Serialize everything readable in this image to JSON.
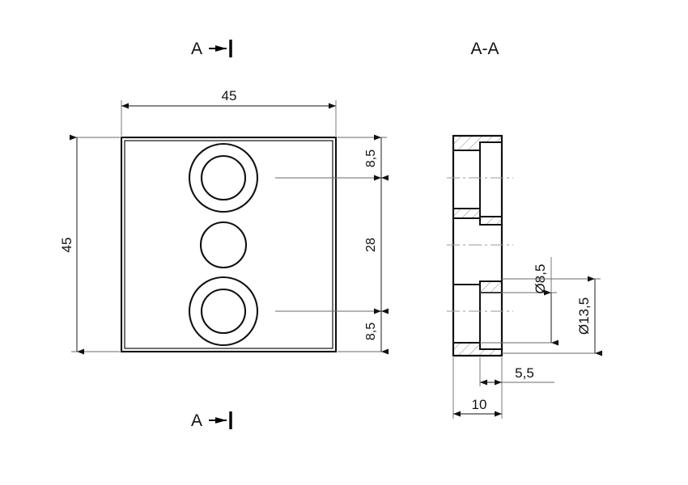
{
  "drawing": {
    "type": "engineering-drawing",
    "units": "mm",
    "decimal_separator": ",",
    "views": [
      {
        "id": "front",
        "name": "front-view",
        "label": ""
      },
      {
        "id": "section",
        "name": "section-view",
        "label": "A-A"
      }
    ],
    "section_markers": [
      {
        "name": "section-marker-top",
        "letter": "A",
        "position": "top",
        "arrow": "right"
      },
      {
        "name": "section-marker-bottom",
        "letter": "A",
        "position": "bottom",
        "arrow": "right"
      }
    ],
    "section_title": "A-A",
    "dimensions": {
      "front_width": "45",
      "front_height": "45",
      "top_offset": "8,5",
      "center_spacing": "28",
      "bottom_offset": "8,5",
      "bore_small": "Ø8,5",
      "bore_large": "Ø13,5",
      "counterbore_depth": "5,5",
      "thickness": "10"
    },
    "features": {
      "holes": [
        {
          "name": "hole-top",
          "kind": "counterbored",
          "outer": "13,5",
          "inner": "8,5"
        },
        {
          "name": "hole-middle",
          "kind": "through",
          "outer": "13,5",
          "inner": ""
        },
        {
          "name": "hole-bottom",
          "kind": "counterbored",
          "outer": "13,5",
          "inner": "8,5"
        }
      ]
    },
    "colors": {
      "outline": "#111111",
      "thin_line": "#6a6a6a",
      "center_line": "#9a9a9a",
      "hatch": "#9a9a9a",
      "text": "#111111",
      "background": "#ffffff"
    }
  }
}
